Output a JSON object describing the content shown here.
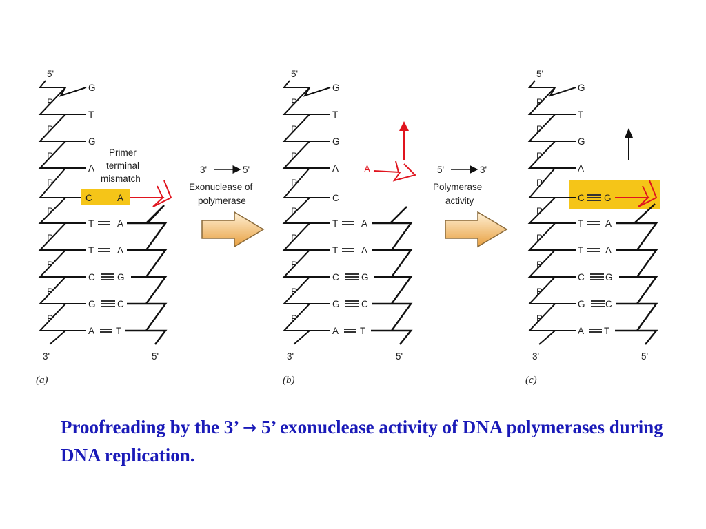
{
  "panels": [
    {
      "label": "(a)",
      "top_end": "5'",
      "bottom_left_end": "3'",
      "bottom_right_end": "5'",
      "template_bases": [
        "G",
        "T",
        "G",
        "A",
        "C",
        "T",
        "T",
        "C",
        "G",
        "A"
      ],
      "primer_bases": [
        "A",
        "A",
        "A",
        "G",
        "C",
        "T"
      ],
      "annotation": [
        "Primer",
        "terminal",
        "mismatch"
      ]
    },
    {
      "label": "(b)",
      "top_end": "5'",
      "bottom_left_end": "3'",
      "bottom_right_end": "5'",
      "template_bases": [
        "G",
        "T",
        "G",
        "A",
        "C",
        "T",
        "T",
        "C",
        "G",
        "A"
      ],
      "primer_bases": [
        "A",
        "A",
        "G",
        "C",
        "T"
      ],
      "released_nucleotide": "A"
    },
    {
      "label": "(c)",
      "top_end": "5'",
      "bottom_left_end": "3'",
      "bottom_right_end": "5'",
      "template_bases": [
        "G",
        "T",
        "G",
        "A",
        "C",
        "T",
        "T",
        "C",
        "G",
        "A"
      ],
      "primer_bases": [
        "G",
        "A",
        "A",
        "G",
        "C",
        "T"
      ]
    }
  ],
  "strand_labels": {
    "phosphate": "P"
  },
  "steps": [
    {
      "direction_from": "3'",
      "direction_to": "5'",
      "lines": [
        "Exonuclease of",
        "polymerase"
      ]
    },
    {
      "direction_from": "5'",
      "direction_to": "3'",
      "lines": [
        "Polymerase",
        "activity"
      ]
    }
  ],
  "caption": {
    "part1": "Proofreading by the 3’ ",
    "arrow": "→",
    "part2": " 5’ exonuclease activity of DNA polymerases during DNA replication."
  },
  "colors": {
    "strand": "#111111",
    "mismatch": "#e0141e",
    "highlight": "#f5c518",
    "process_arrow_light": "#fff1d6",
    "process_arrow_dark": "#e8a040",
    "caption": "#1a1ab8"
  }
}
